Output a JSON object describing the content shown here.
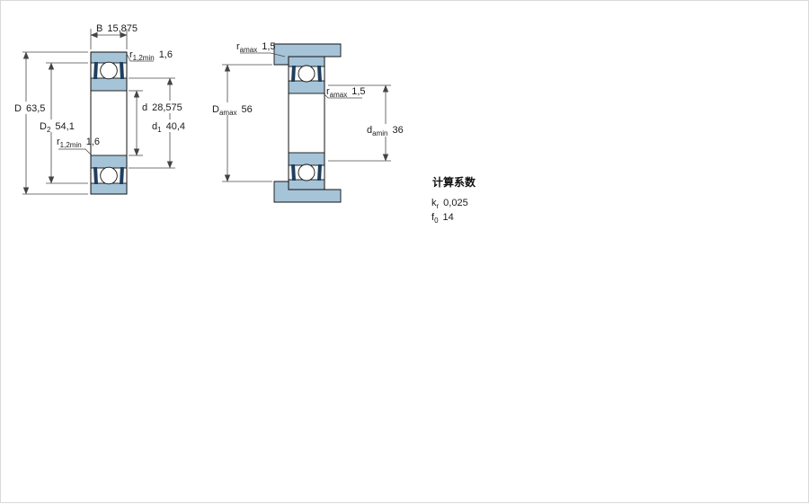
{
  "colors": {
    "bearing_fill": "#a6c4d8",
    "seal_fill": "#1f3f5f",
    "housing_fill": "#a6c4d8"
  },
  "left_view": {
    "width_dim": {
      "main": "B",
      "value": "15,875"
    },
    "r_top": {
      "main": "r",
      "sub": "1,2min",
      "value": "1,6"
    },
    "outer_dia": {
      "main": "D",
      "value": "63,5"
    },
    "shoulder_outer": {
      "main": "D",
      "sub": "2",
      "value": "54,1"
    },
    "r_bottom": {
      "main": "r",
      "sub": "1,2min",
      "value": "1,6"
    },
    "bore_dia": {
      "main": "d",
      "value": "28,575"
    },
    "shoulder_inner": {
      "main": "d",
      "sub": "1",
      "value": "40,4"
    }
  },
  "right_view": {
    "r_housing": {
      "main": "r",
      "sub": "amax",
      "value": "1,5"
    },
    "housing_dia": {
      "main": "D",
      "sub": "amax",
      "value": "56"
    },
    "r_shaft": {
      "main": "r",
      "sub": "amax",
      "value": "1,5"
    },
    "shaft_dia": {
      "main": "d",
      "sub": "amin",
      "value": "36"
    }
  },
  "factors": {
    "title": "计算系数",
    "kr": {
      "main": "k",
      "sub": "r",
      "value": "0,025"
    },
    "f0": {
      "main": "f",
      "sub": "0",
      "value": "14"
    }
  }
}
